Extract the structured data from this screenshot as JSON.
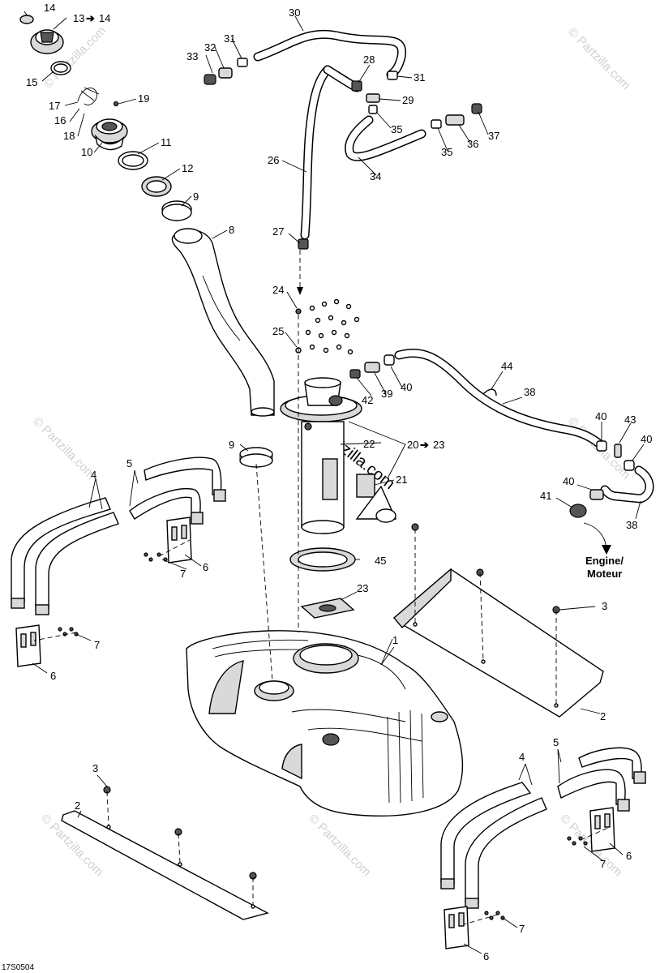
{
  "diagram_code": "17S0504",
  "watermark": "© Partzilla.com",
  "center_watermark": "partzilla.com",
  "destination_label": [
    "Engine/",
    "Moteur"
  ],
  "callouts": {
    "c1": "1",
    "c2a": "2",
    "c2b": "2",
    "c3a": "3",
    "c3b": "3",
    "c4a": "4",
    "c4b": "4",
    "c5a": "5",
    "c5b": "5",
    "c6a": "6",
    "c6b": "6",
    "c6c": "6",
    "c6d": "6",
    "c7a": "7",
    "c7b": "7",
    "c7c": "7",
    "c7d": "7",
    "c8": "8",
    "c9a": "9",
    "c9b": "9",
    "c10": "10",
    "c11": "11",
    "c12": "12",
    "c13": "13",
    "c13r": "14",
    "c14": "14",
    "c15": "15",
    "c16": "16",
    "c17": "17",
    "c18": "18",
    "c19": "19",
    "c20": "20",
    "c20r": "23",
    "c21": "21",
    "c22": "22",
    "c23": "23",
    "c24": "24",
    "c25": "25",
    "c26": "26",
    "c27": "27",
    "c28": "28",
    "c29": "29",
    "c30": "30",
    "c31a": "31",
    "c31b": "31",
    "c32": "32",
    "c33": "33",
    "c34": "34",
    "c35a": "35",
    "c35b": "35",
    "c36": "36",
    "c37": "37",
    "c38a": "38",
    "c38b": "38",
    "c39": "39",
    "c40a": "40",
    "c40b": "40",
    "c40c": "40",
    "c40d": "40",
    "c41": "41",
    "c42": "42",
    "c43": "43",
    "c44": "44",
    "c45": "45"
  }
}
